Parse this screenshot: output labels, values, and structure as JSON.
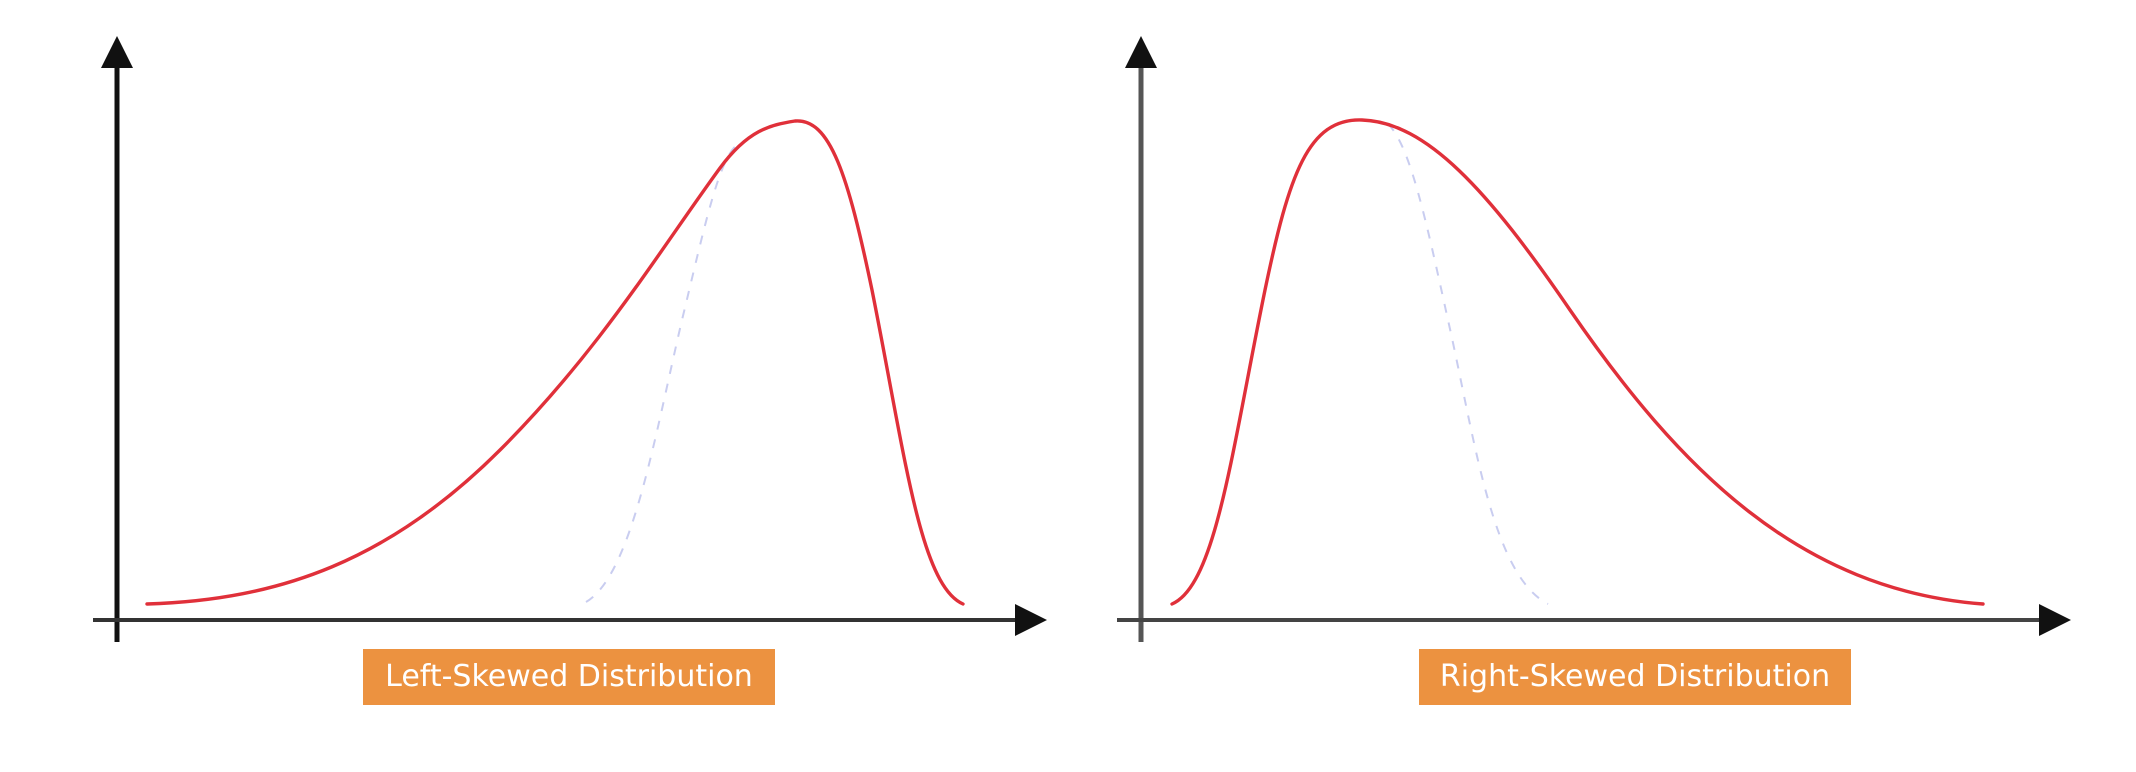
{
  "colors": {
    "background": "#ffffff",
    "axis": "#111111",
    "curve": "#e0303a",
    "reference_curve": "#c9cdf0",
    "caption_background": "#ec9240",
    "caption_text": "#ffffff"
  },
  "panels": [
    {
      "caption": "Left-Skewed Distribution",
      "skew": "left",
      "has_axes_arrows": true,
      "has_dashed_reference": true
    },
    {
      "caption": "Right-Skewed Distribution",
      "skew": "right",
      "has_axes_arrows": true,
      "has_dashed_reference": true
    }
  ]
}
